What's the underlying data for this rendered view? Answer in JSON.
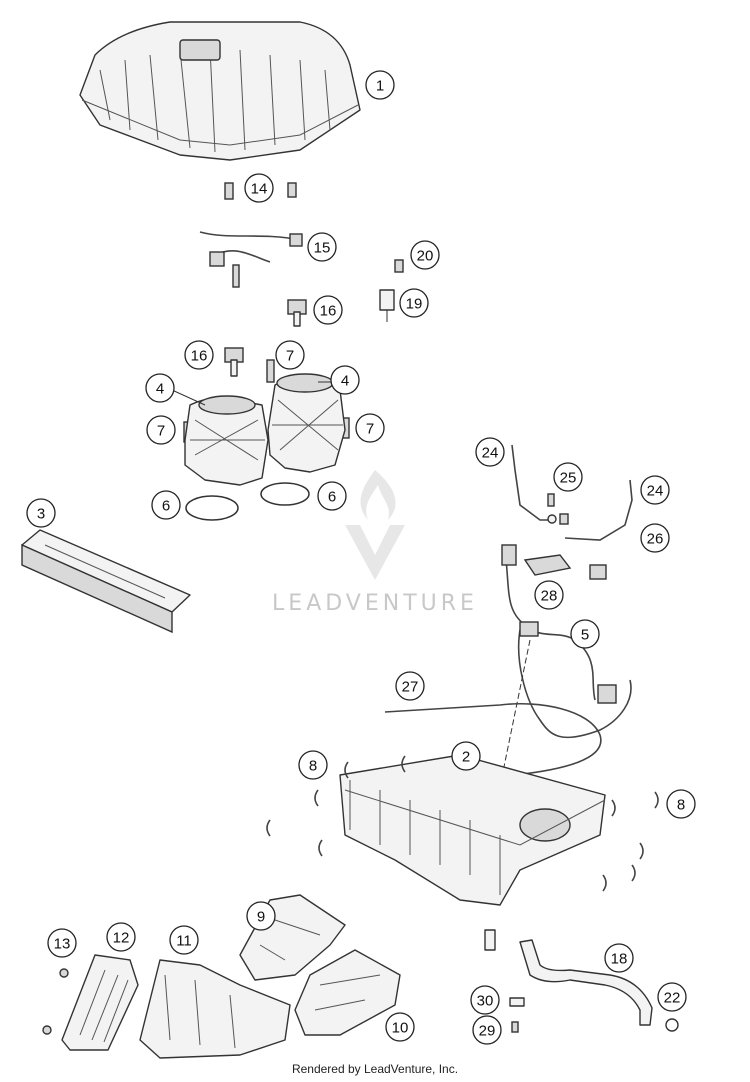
{
  "callouts": [
    {
      "label": "1"
    },
    {
      "label": "14"
    },
    {
      "label": "15"
    },
    {
      "label": "20"
    },
    {
      "label": "19"
    },
    {
      "label": "16"
    },
    {
      "label": "16"
    },
    {
      "label": "7"
    },
    {
      "label": "4"
    },
    {
      "label": "4"
    },
    {
      "label": "7"
    },
    {
      "label": "7"
    },
    {
      "label": "6"
    },
    {
      "label": "6"
    },
    {
      "label": "3"
    },
    {
      "label": "24"
    },
    {
      "label": "25"
    },
    {
      "label": "24"
    },
    {
      "label": "26"
    },
    {
      "label": "28"
    },
    {
      "label": "5"
    },
    {
      "label": "27"
    },
    {
      "label": "2"
    },
    {
      "label": "8"
    },
    {
      "label": "8"
    },
    {
      "label": "9"
    },
    {
      "label": "18"
    },
    {
      "label": "13"
    },
    {
      "label": "12"
    },
    {
      "label": "11"
    },
    {
      "label": "30"
    },
    {
      "label": "22"
    },
    {
      "label": "29"
    },
    {
      "label": "10"
    }
  ],
  "watermark": "LEADVENTURE",
  "footer": "Rendered by LeadVenture, Inc."
}
